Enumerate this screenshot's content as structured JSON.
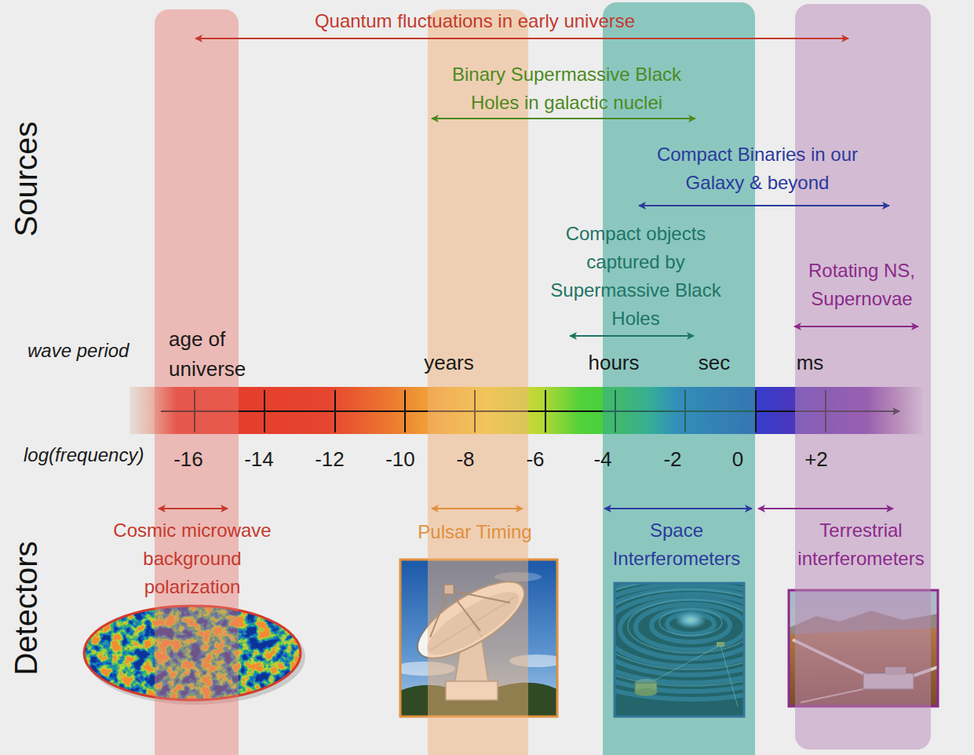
{
  "diagram": {
    "labels": [
      "Sources",
      "Quantum fluctuations in early universe",
      "Binary Supermassive Black Holes in galactic nuclei",
      "Compact Binaries in our Galaxy & beyond",
      "Compact objects captured by Supermassive Black Holes",
      "Rotating NS, Supernovae",
      "wave period",
      "age of universe",
      "years",
      "hours",
      "sec",
      "ms",
      "log(frequency)",
      "-16",
      "-14",
      "-12",
      "-10",
      "-8",
      "-6",
      "-4",
      "-2",
      "0",
      "+2",
      "Detectors",
      "Cosmic microwave background polarization",
      "Pulsar Timing",
      "Space Interferometers",
      "Terrestrial interferometers"
    ]
  }
}
